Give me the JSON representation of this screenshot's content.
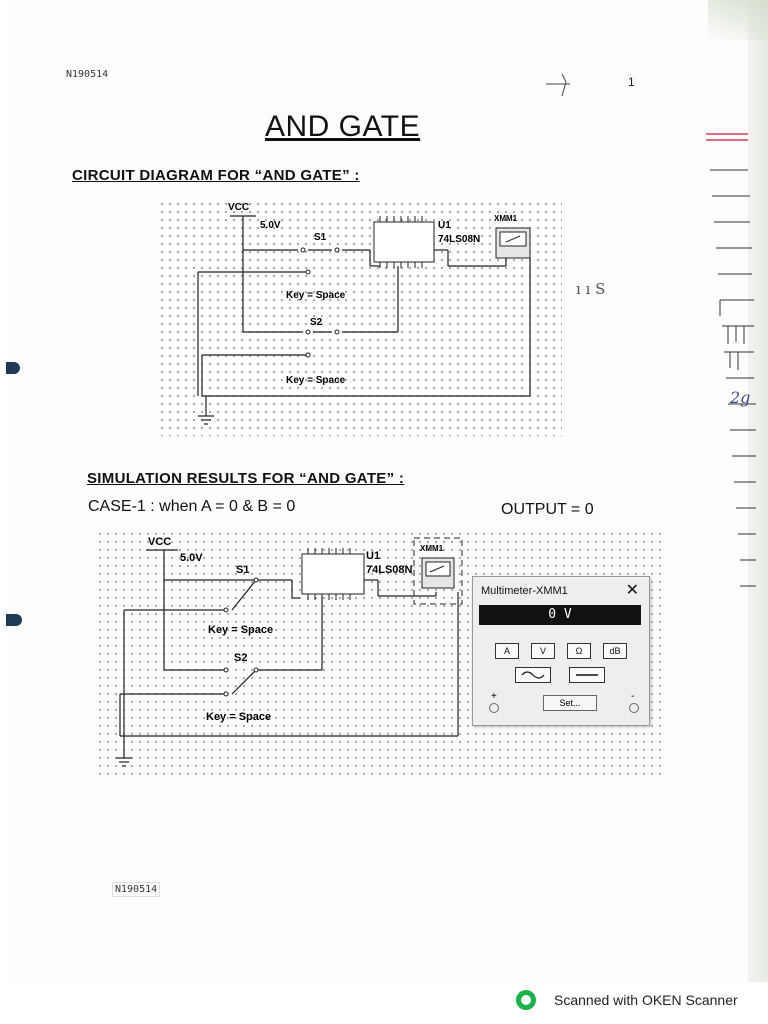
{
  "document": {
    "roll_top": "N190514",
    "page_number": "1",
    "title": "AND GATE",
    "heading_circuit": "CIRCUIT DIAGRAM FOR  “AND GATE” :",
    "heading_sim": "SIMULATION RESULTS FOR “AND GATE” :",
    "case_label": "CASE-1 : when A = 0 & B = 0",
    "output_label": "OUTPUT = 0",
    "roll_bottom": "N190514",
    "margin_note": "ı ı S",
    "margin_initials": "2g"
  },
  "circuit1": {
    "vcc": "VCC",
    "voltage": "5.0V",
    "s1": "S1",
    "s2": "S2",
    "key1": "Key = Space",
    "key2": "Key = Space",
    "u1": "U1",
    "chip": "74LS08N",
    "xmm": "XMM1"
  },
  "circuit2": {
    "vcc": "VCC",
    "voltage": "5.0V",
    "s1": "S1",
    "s2": "S2",
    "key1": "Key = Space",
    "key2": "Key = Space",
    "u1": "U1",
    "chip": "74LS08N",
    "xmm": "XMM1"
  },
  "multimeter": {
    "title": "Multimeter-XMM1",
    "close": "✕",
    "reading": "0 V",
    "buttons": [
      "A",
      "V",
      "Ω",
      "dB"
    ],
    "set_label": "Set...",
    "plus": "+",
    "minus": "-"
  },
  "scanner": {
    "text": "Scanned with OKEN Scanner",
    "logo_color": "#19b34a"
  }
}
